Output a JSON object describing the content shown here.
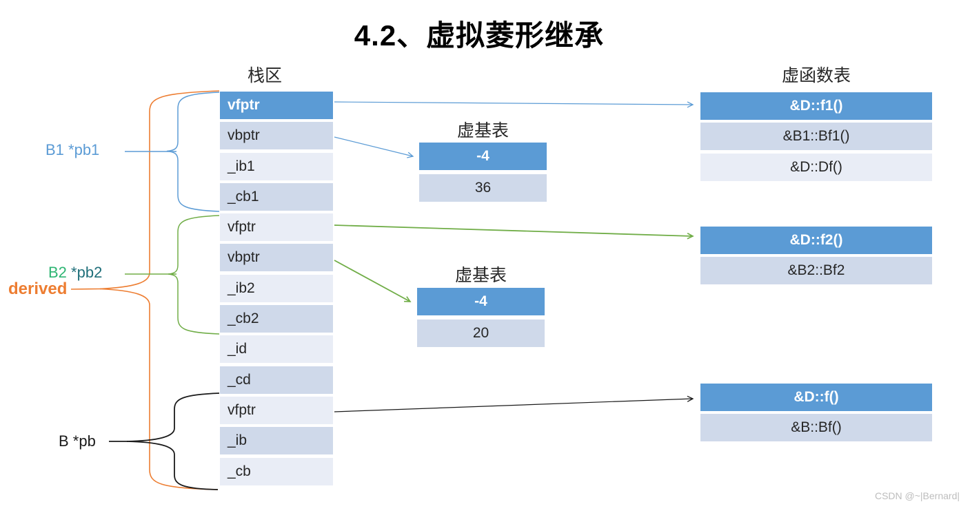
{
  "title": "4.2、虚拟菱形继承",
  "watermark": "CSDN @~|Bernard|",
  "colors": {
    "header_blue": "#5B9BD5",
    "row_dark": "#CFD9EA",
    "row_light": "#E9EDF6",
    "arrow_blue": "#5B9BD5",
    "arrow_green": "#70AD47",
    "arrow_black": "#1a1a1a",
    "brace_orange": "#ED7D31",
    "label_b2_green": "#2EB573",
    "label_pb2_teal": "#1F6F7A"
  },
  "stack": {
    "title": "栈区",
    "rows": [
      "vfptr",
      "vbptr",
      "_ib1",
      "_cb1",
      "vfptr",
      "vbptr",
      "_ib2",
      "_cb2",
      "_id",
      "_cd",
      "vfptr",
      "_ib",
      "_cb"
    ]
  },
  "vbtables": [
    {
      "title": "虚基表",
      "header": "-4",
      "rows": [
        "36"
      ]
    },
    {
      "title": "虚基表",
      "header": "-4",
      "rows": [
        "20"
      ]
    }
  ],
  "vftables": {
    "title": "虚函数表",
    "tables": [
      {
        "header": "&D::f1()",
        "rows": [
          "&B1::Bf1()",
          "&D::Df()"
        ]
      },
      {
        "header": "&D::f2()",
        "rows": [
          "&B2::Bf2"
        ]
      },
      {
        "header": "&D::f()",
        "rows": [
          "&B::Bf()"
        ]
      }
    ]
  },
  "labels": {
    "b1": "B1  *pb1",
    "b2_class": "B2",
    "b2_ptr": " *pb2",
    "derived": "derived",
    "b": "B  *pb"
  }
}
